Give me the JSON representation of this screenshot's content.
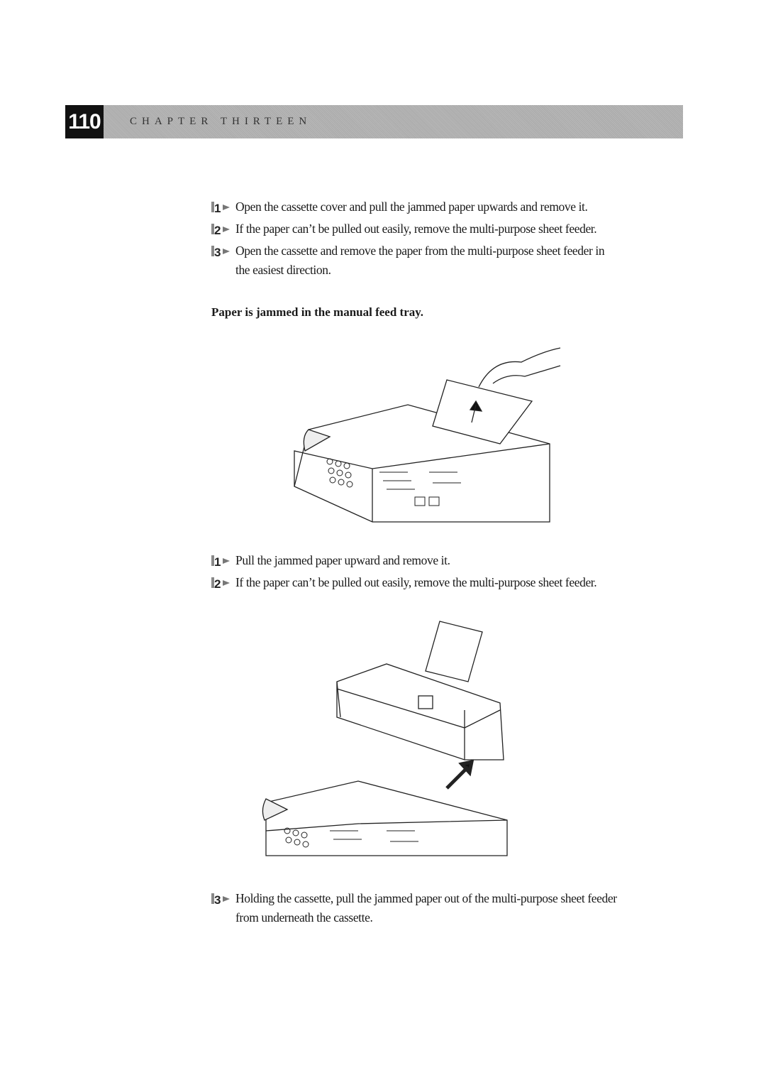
{
  "header": {
    "page_number": "110",
    "chapter": "CHAPTER THIRTEEN"
  },
  "section1": {
    "steps": [
      {
        "num": "1",
        "text": "Open the cassette cover and pull the jammed paper upwards and remove it."
      },
      {
        "num": "2",
        "text": "If the paper can’t be pulled out easily, remove the multi-purpose sheet feeder."
      },
      {
        "num": "3",
        "text": "Open  the cassette and remove the paper from the multi-purpose sheet feeder in the easiest direction."
      }
    ]
  },
  "section2": {
    "heading": "Paper is jammed in the manual feed tray.",
    "steps": [
      {
        "num": "1",
        "text": "Pull the jammed paper upward and remove it."
      },
      {
        "num": "2",
        "text": "If the paper can’t be pulled out easily, remove the multi-purpose sheet feeder."
      },
      {
        "num": "3",
        "text": "Holding the cassette, pull the jammed paper out of the multi-purpose sheet feeder from underneath the cassette."
      }
    ]
  }
}
